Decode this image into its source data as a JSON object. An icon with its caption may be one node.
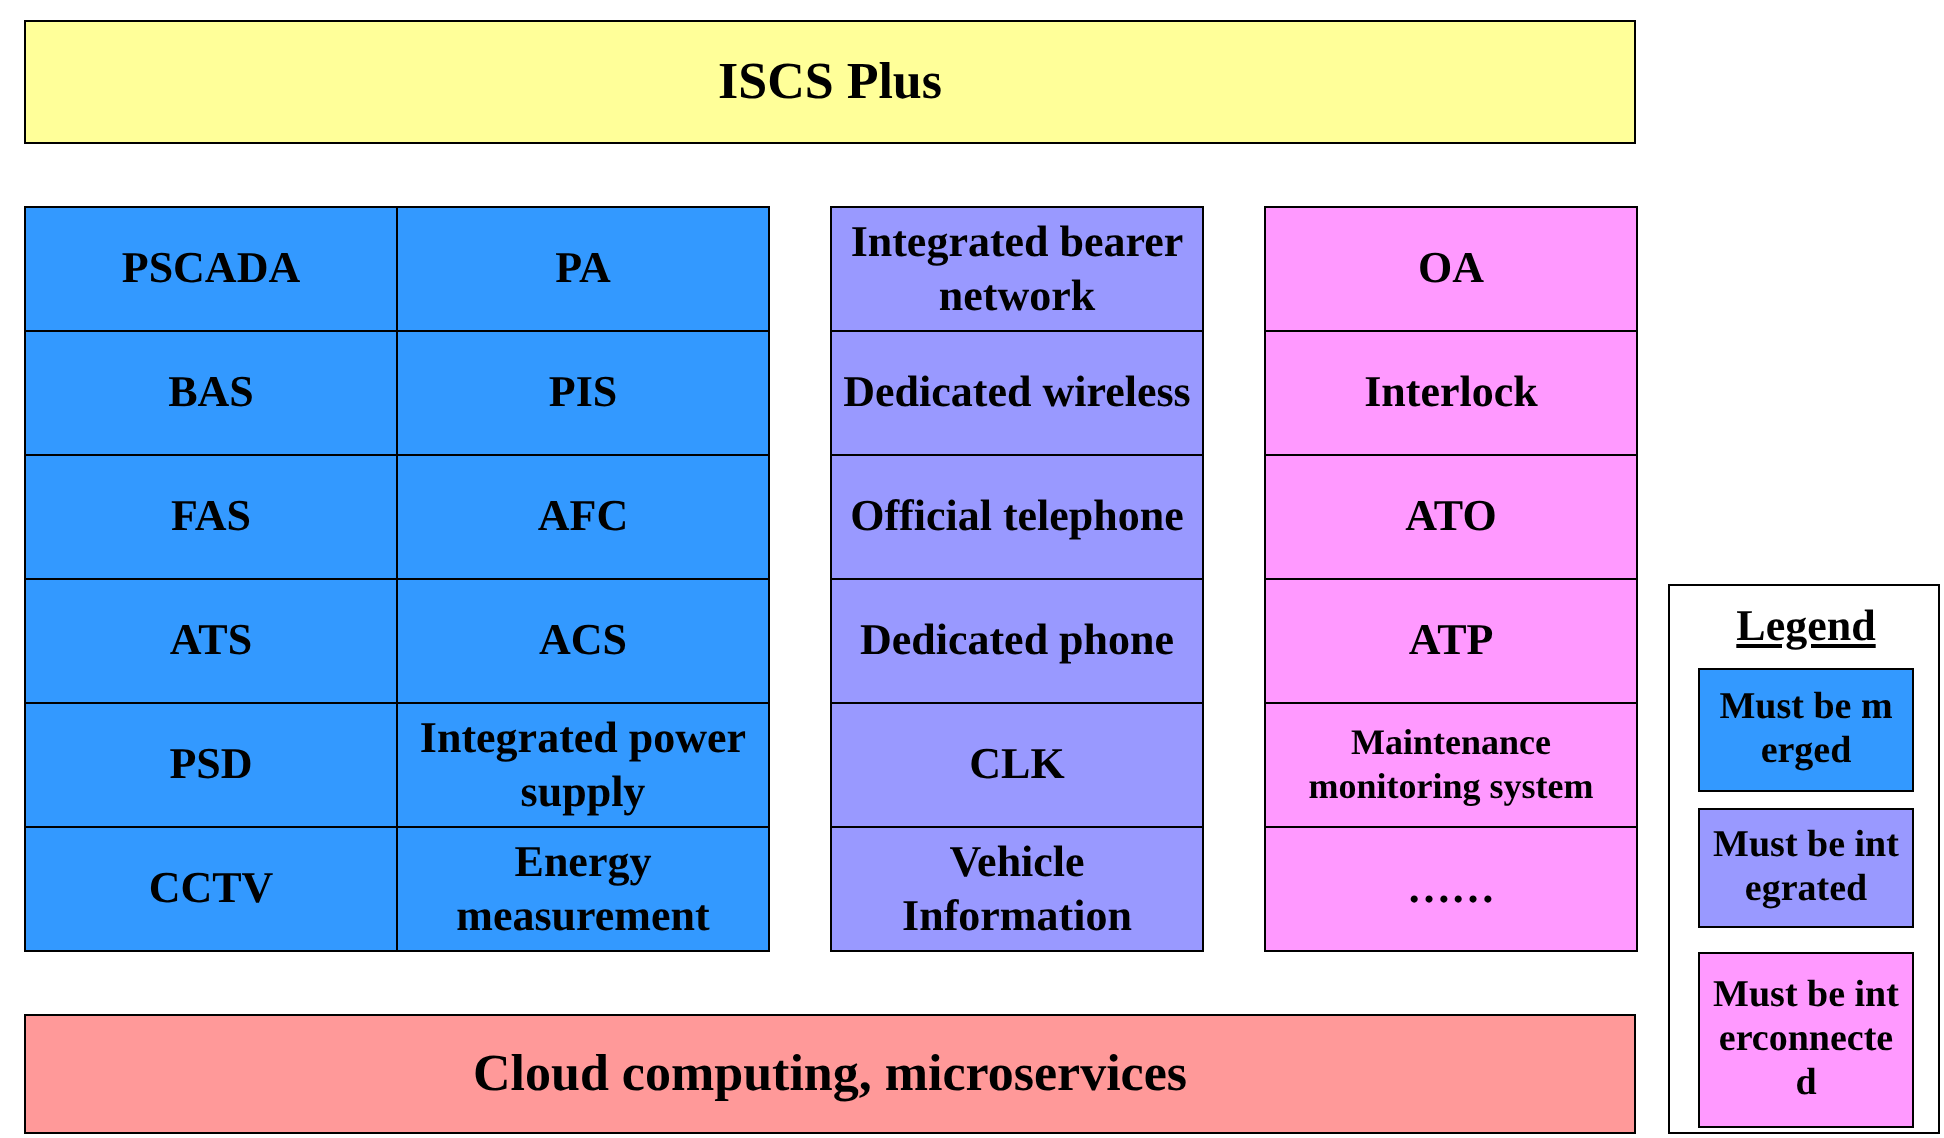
{
  "diagram": {
    "nodes": [
      {
        "text": [
          "ISCS Plus"
        ]
      },
      {
        "text": [
          "PSCADA"
        ]
      },
      {
        "text": [
          "PA"
        ]
      },
      {
        "text": [
          "Integrated bearer network"
        ]
      },
      {
        "text": [
          "OA"
        ]
      },
      {
        "text": [
          "BAS"
        ]
      },
      {
        "text": [
          "PIS"
        ]
      },
      {
        "text": [
          "Dedicated wireless"
        ]
      },
      {
        "text": [
          "Interlock"
        ]
      },
      {
        "text": [
          "FAS"
        ]
      },
      {
        "text": [
          "AFC"
        ]
      },
      {
        "text": [
          "Official telephone"
        ]
      },
      {
        "text": [
          "ATO"
        ]
      },
      {
        "text": [
          "ATS"
        ]
      },
      {
        "text": [
          "ACS"
        ]
      },
      {
        "text": [
          "Dedicated phone"
        ]
      },
      {
        "text": [
          "ATP"
        ]
      },
      {
        "text": [
          "PSD"
        ]
      },
      {
        "text": [
          "Integrated power supply"
        ]
      },
      {
        "text": [
          "CLK"
        ]
      },
      {
        "text": [
          "Maintenance monitoring system"
        ]
      },
      {
        "text": [
          "CCTV"
        ]
      },
      {
        "text": [
          "Energy measurement"
        ]
      },
      {
        "text": [
          "Vehicle Information"
        ]
      },
      {
        "text": [
          "……"
        ]
      },
      {
        "text": [
          "Cloud computing, microservices"
        ]
      }
    ],
    "edges": [],
    "labels": [
      "Legend"
    ],
    "legend": [
      {
        "text": "Must be merged",
        "color": "#3399ff"
      },
      {
        "text": "Must be integrated",
        "color": "#9999ff"
      },
      {
        "text": "Must be interconnected",
        "color": "#ff99ff"
      }
    ]
  }
}
